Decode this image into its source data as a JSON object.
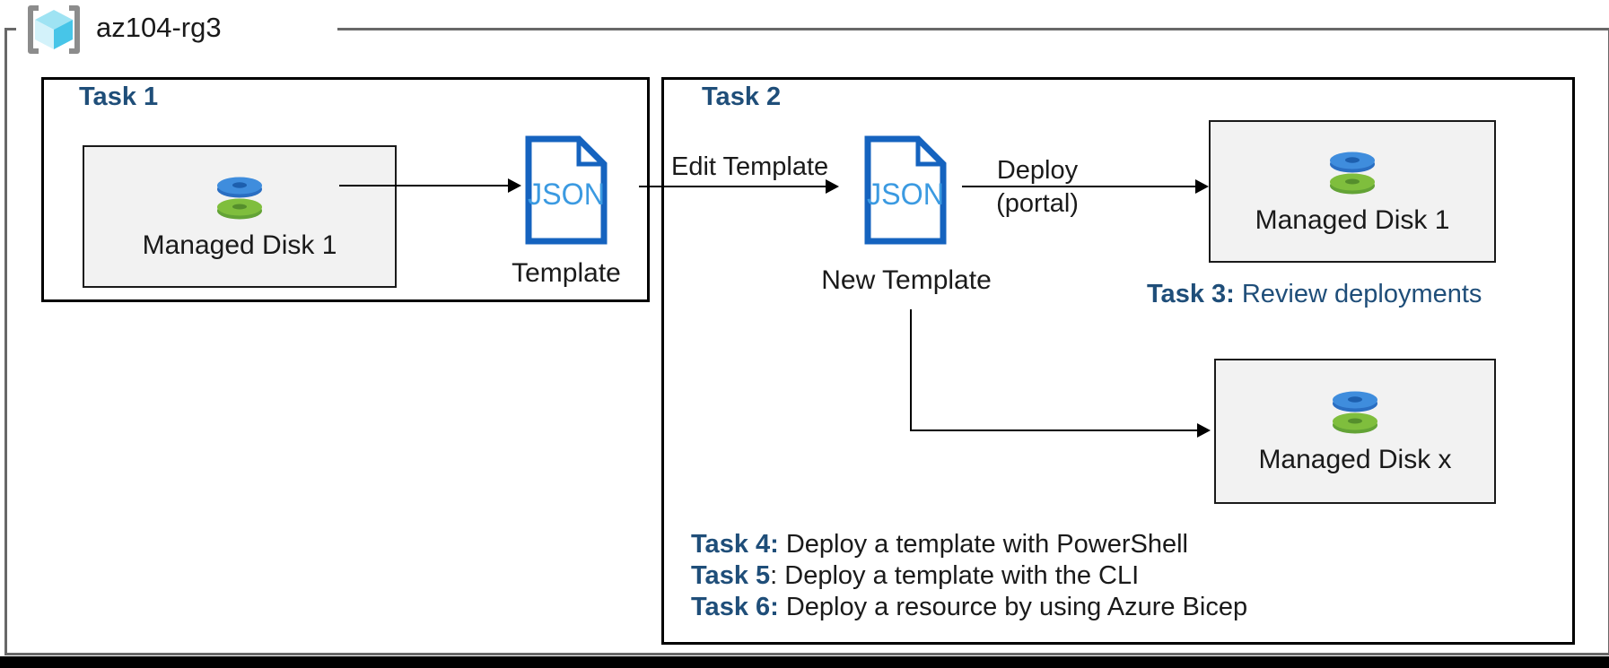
{
  "resource_group": {
    "name": "az104-rg3"
  },
  "icons": {
    "resource_group": "azure-resource-group-brackets-cube-icon",
    "managed_disk": "stacked-blue-green-disks-icon",
    "json_file": "json-document-file-icon"
  },
  "colors": {
    "task_heading_blue": "#1f4e79",
    "json_outline_blue": "#1563bf",
    "json_text_blue": "#3b9ae1",
    "disk_blue": "#3f8ddd",
    "disk_green": "#7fbe3d",
    "disk_box_fill": "#f2f2f2",
    "box_border_black": "#000000",
    "outer_border_gray": "#686868"
  },
  "task1": {
    "title": "Task 1",
    "disk_label": "Managed Disk 1",
    "json_text": "JSON",
    "template_label": "Template"
  },
  "task2": {
    "title": "Task 2",
    "edit_arrow_label": "Edit Template",
    "json_text": "JSON",
    "new_template_label": "New Template",
    "deploy_label_line1": "Deploy",
    "deploy_label_line2": "(portal)",
    "disk1_label": "Managed Disk 1",
    "diskx_label": "Managed Disk x"
  },
  "task3": {
    "prefix": "Task 3:",
    "text": " Review deployments"
  },
  "bottom_tasks": [
    {
      "prefix": "Task 4:",
      "sep": "",
      "text": " Deploy a template with PowerShell"
    },
    {
      "prefix": "Task 5",
      "sep": ":",
      "text": " Deploy a template with the CLI"
    },
    {
      "prefix": "Task 6:",
      "sep": "",
      "text": " Deploy a resource by using Azure Bicep"
    }
  ]
}
